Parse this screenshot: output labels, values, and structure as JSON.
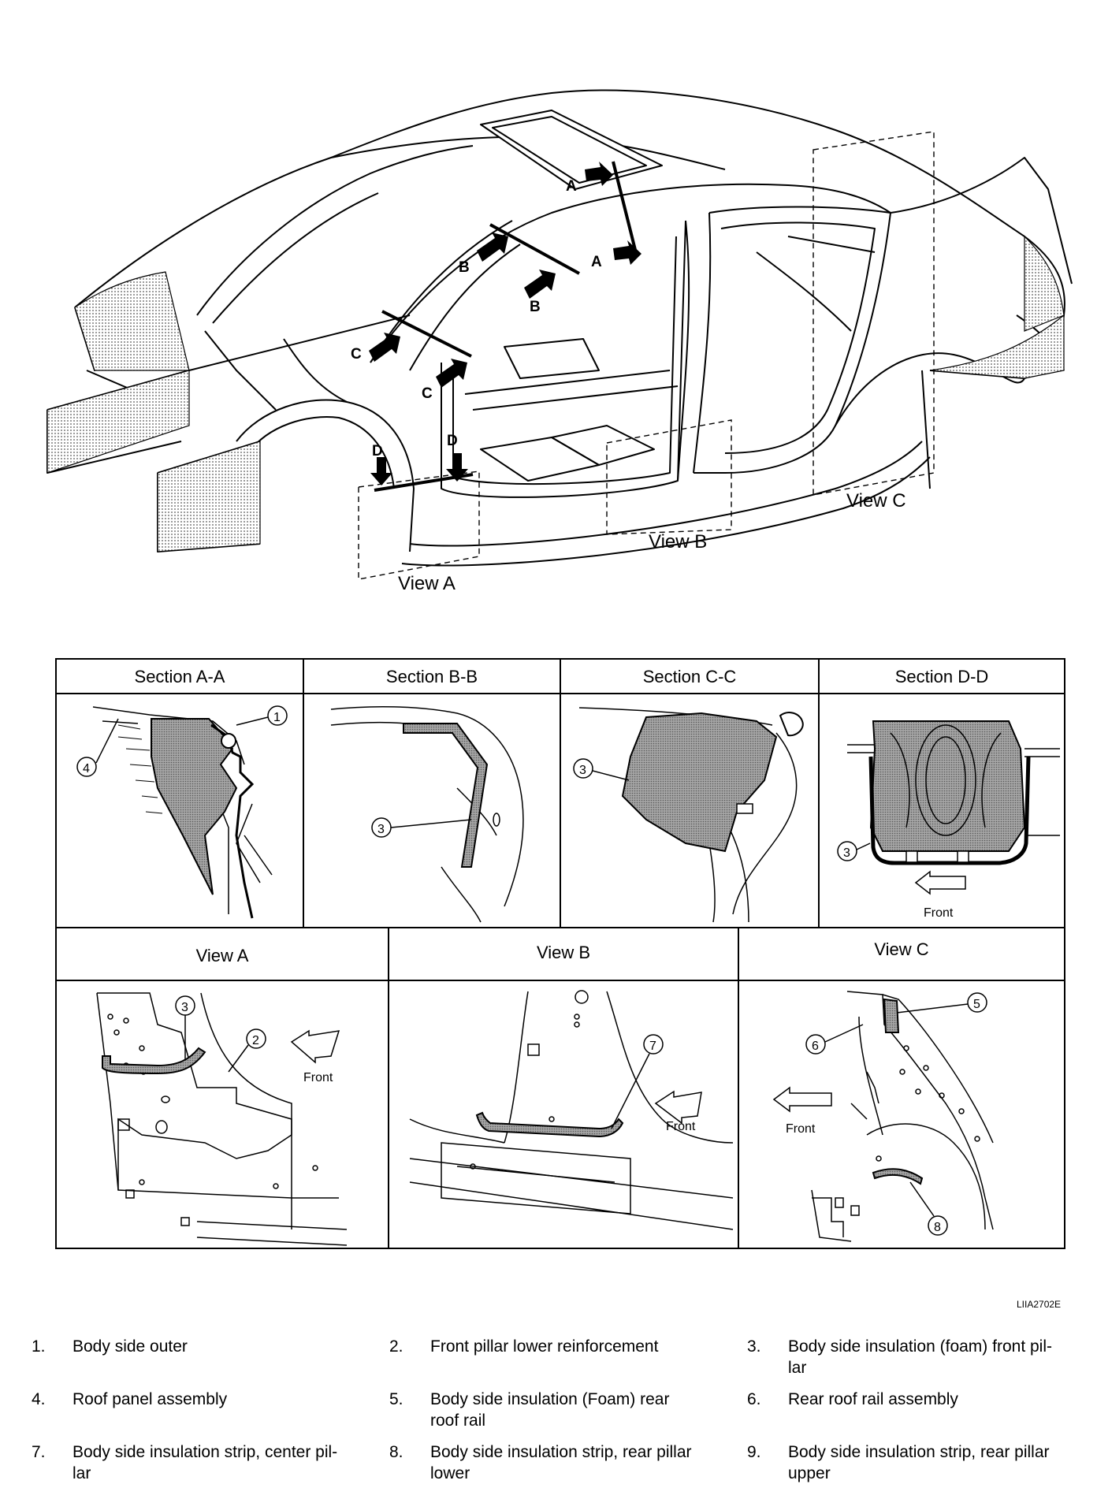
{
  "overview": {
    "section_marks": [
      "A",
      "A",
      "B",
      "B",
      "C",
      "C",
      "D",
      "D"
    ],
    "view_labels": [
      "View A",
      "View B",
      "View C"
    ]
  },
  "sections": {
    "a": "Section A-A",
    "b": "Section B-B",
    "c": "Section C-C",
    "d": "Section D-D"
  },
  "views": {
    "a": "View A",
    "b": "View B",
    "c": "View C"
  },
  "callouts": {
    "sa": [
      "1",
      "4"
    ],
    "sb": [
      "3"
    ],
    "sc": [
      "3"
    ],
    "sd": [
      "3"
    ],
    "va": [
      "3",
      "2"
    ],
    "vb": [
      "7"
    ],
    "vc": [
      "5",
      "6",
      "8"
    ]
  },
  "front_label": "Front",
  "figure_code": "LIIA2702E",
  "legend": [
    {
      "num": "1.",
      "text": "Body side outer"
    },
    {
      "num": "2.",
      "text": "Front pillar lower reinforcement"
    },
    {
      "num": "3.",
      "text": "Body side insulation (foam) front pil-\nlar"
    },
    {
      "num": "4.",
      "text": "Roof panel assembly"
    },
    {
      "num": "5.",
      "text": "Body side insulation (Foam) rear\nroof rail"
    },
    {
      "num": "6.",
      "text": "Rear roof rail assembly"
    },
    {
      "num": "7.",
      "text": "Body side insulation strip, center pil-\nlar"
    },
    {
      "num": "8.",
      "text": "Body side insulation strip, rear pillar\nlower"
    },
    {
      "num": "9.",
      "text": "Body side insulation strip, rear pillar\nupper"
    }
  ]
}
